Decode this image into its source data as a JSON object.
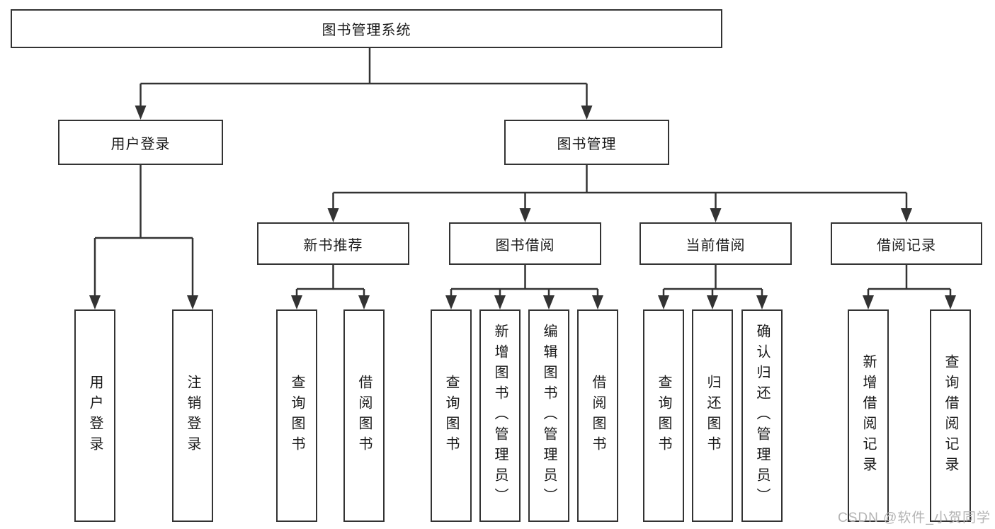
{
  "diagram": {
    "root": {
      "label": "图书管理系统"
    },
    "branches": [
      {
        "label": "用户登录",
        "children": [
          {
            "label": "用户登录"
          },
          {
            "label": "注销登录"
          }
        ]
      },
      {
        "label": "图书管理",
        "children": [
          {
            "label": "新书推荐",
            "children": [
              {
                "label": "查询图书"
              },
              {
                "label": "借阅图书"
              }
            ]
          },
          {
            "label": "图书借阅",
            "children": [
              {
                "label": "查询图书"
              },
              {
                "label": "新增图书（管理员）"
              },
              {
                "label": "编辑图书（管理员）"
              },
              {
                "label": "借阅图书"
              }
            ]
          },
          {
            "label": "当前借阅",
            "children": [
              {
                "label": "查询图书"
              },
              {
                "label": "归还图书"
              },
              {
                "label": "确认归还（管理员）"
              }
            ]
          },
          {
            "label": "借阅记录",
            "children": [
              {
                "label": "新增借阅记录"
              },
              {
                "label": "查询借阅记录"
              }
            ]
          }
        ]
      }
    ],
    "watermark": "CSDN @软件_小贺同学",
    "colors": {
      "line": "#333333",
      "text": "#1a1a1a",
      "background": "#ffffff",
      "watermark": "#b4b4b4"
    }
  }
}
